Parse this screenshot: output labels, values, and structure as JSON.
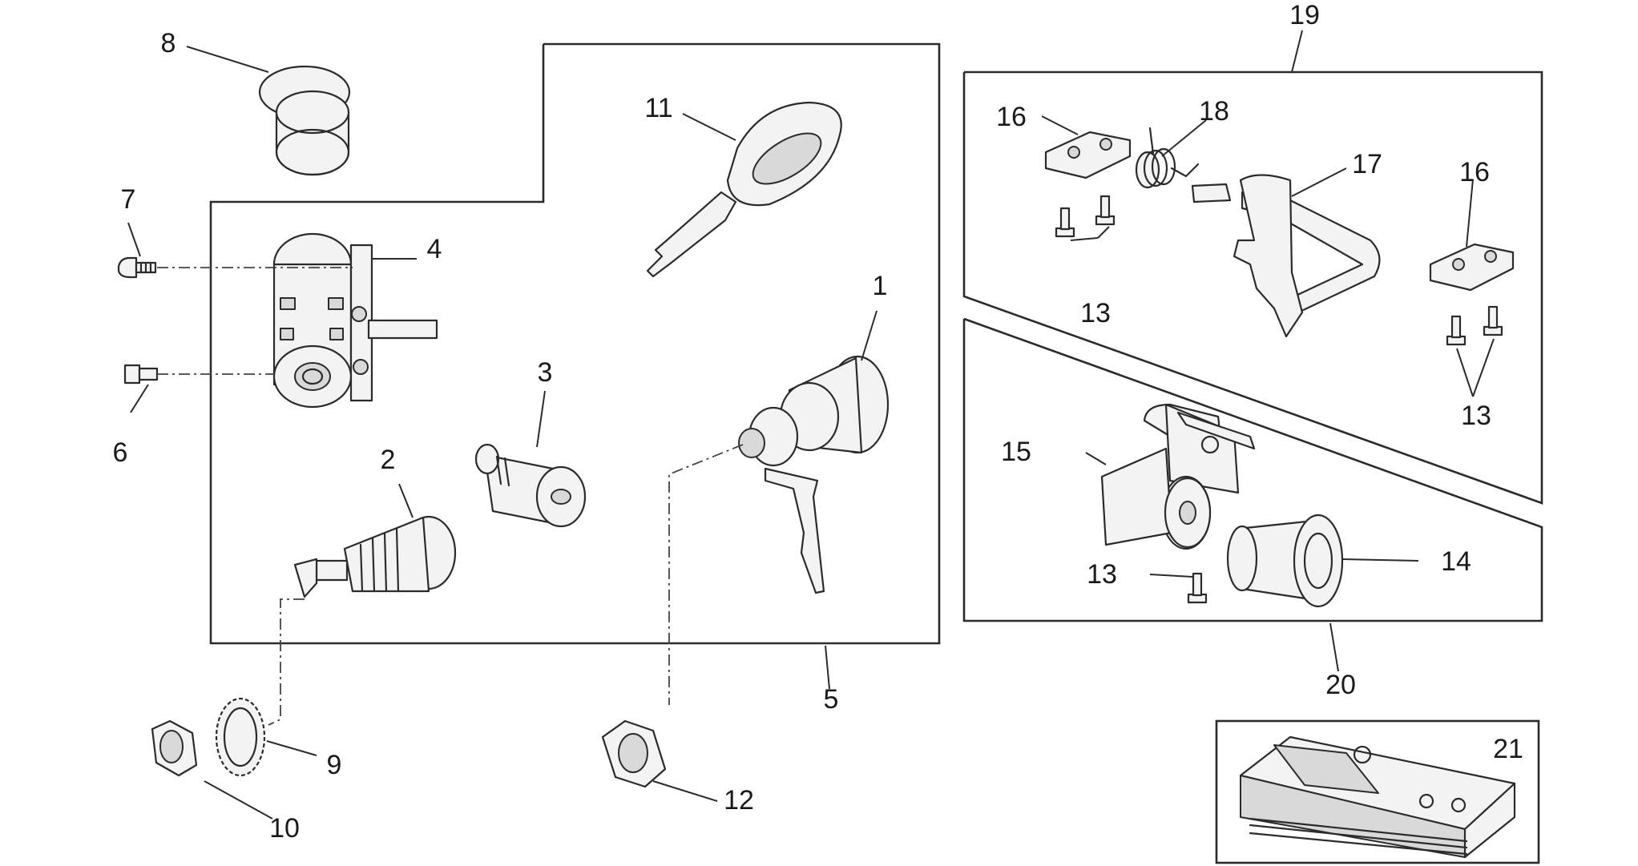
{
  "diagram": {
    "callouts": {
      "c1": "1",
      "c2": "2",
      "c3": "3",
      "c4": "4",
      "c5": "5",
      "c6": "6",
      "c7": "7",
      "c8": "8",
      "c9": "9",
      "c10": "10",
      "c11": "11",
      "c12": "12",
      "c13a": "13",
      "c13b": "13",
      "c13c": "13",
      "c14": "14",
      "c15": "15",
      "c16a": "16",
      "c16b": "16",
      "c17": "17",
      "c18": "18",
      "c19": "19",
      "c20": "20",
      "c21": "21"
    }
  }
}
